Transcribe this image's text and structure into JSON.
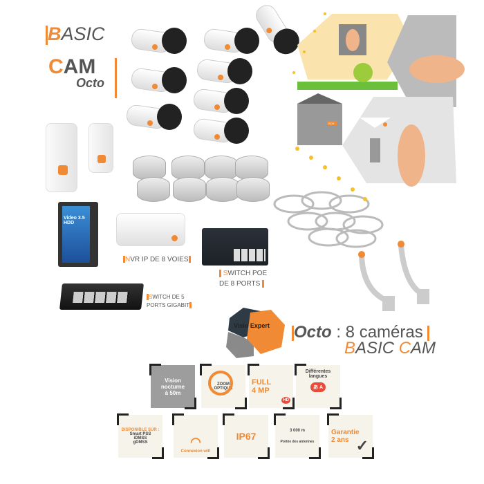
{
  "brand_title": {
    "line1_first": "B",
    "line1_rest": "ASIC",
    "line2_first": "C",
    "line2_rest": "AM",
    "line3": "Octo"
  },
  "products": {
    "nvr": {
      "first": "N",
      "rest": "VR IP DE 8 VOIES"
    },
    "poe_switch": {
      "first": "S",
      "line1_rest": "WITCH POE",
      "line2": "DE 8 PORTS"
    },
    "gigabit_switch": {
      "first": "S",
      "line1_rest": "WITCH DE 5",
      "line2": "PORTS GIGABIT"
    },
    "hdd": {
      "line1": "Video 3.5",
      "line2": "HDD"
    }
  },
  "logo": {
    "text": "Visio Expert"
  },
  "tagline": {
    "octo": "Octo",
    "rest": " : 8 caméras",
    "line2_b": "B",
    "line2_asic": "ASIC ",
    "line2_c": "C",
    "line2_am": "AM"
  },
  "diagram": {
    "box_label": "BOX"
  },
  "features": [
    {
      "lines": [
        "Vision",
        "nocturne",
        "à 50m"
      ]
    },
    {
      "lines": [
        "ZOOM",
        "OPTIQUE"
      ]
    },
    {
      "lines": [
        "FULL",
        "4 MP"
      ],
      "badge": "HD"
    },
    {
      "lines": [
        "Différentes",
        "langues"
      ],
      "badge": "あ A"
    },
    {
      "header": "DISPONIBLE SUR :",
      "lines": [
        "Smart PSS",
        "iDMSS",
        "gDMSS"
      ]
    },
    {
      "lines": [
        "Connexion wifi"
      ]
    },
    {
      "lines": [
        "IP67"
      ]
    },
    {
      "lines": [
        "3 000 m",
        "Portée des antennes"
      ]
    },
    {
      "lines": [
        "Garantie",
        "2 ans"
      ]
    }
  ],
  "colors": {
    "accent": "#f08a34",
    "dark": "#333333"
  }
}
